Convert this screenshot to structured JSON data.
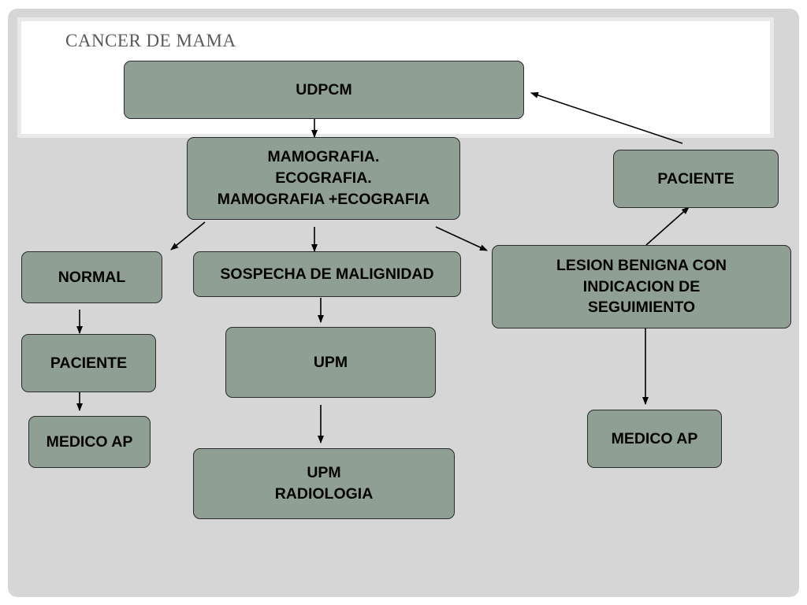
{
  "title": "CANCER DE MAMA",
  "nodes": {
    "udpcm": "UDPCM",
    "estudios": "MAMOGRAFIA.\nECOGRAFIA.\nMAMOGRAFIA +ECOGRAFIA",
    "paciente_right": "PACIENTE",
    "normal": "NORMAL",
    "sospecha": "SOSPECHA DE MALIGNIDAD",
    "lesion": "LESION BENIGNA CON\nINDICACION DE\nSEGUIMIENTO",
    "paciente_left": "PACIENTE",
    "upm": "UPM",
    "medico_left": "MEDICO AP",
    "medico_right": "MEDICO AP",
    "upm_radiologia": "UPM\nRADIOLOGIA"
  },
  "colors": {
    "box_fill": "#8f9f93",
    "box_border": "#2b2b2b",
    "background": "#d6d6d6",
    "title": "#595959"
  }
}
